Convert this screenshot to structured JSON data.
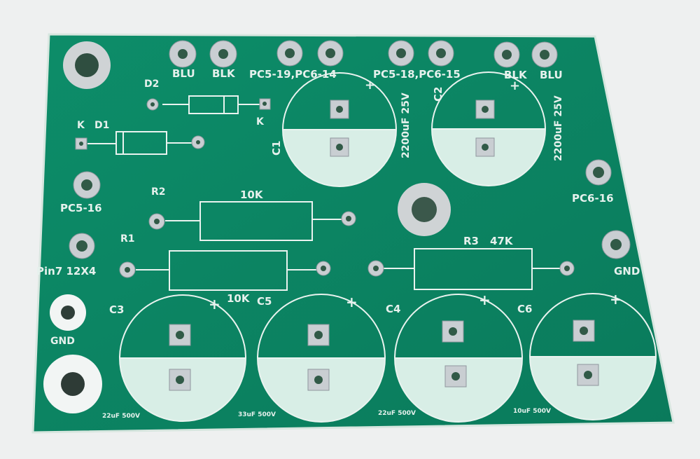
{
  "board": {
    "colors": {
      "background": "#eef0f0",
      "pcb": "#0b8a66",
      "edge": "#d7e6df",
      "silk": "#e9f3ef",
      "pad": "#c9ced2"
    }
  },
  "labels": {
    "top_blu_left": "BLU",
    "top_blk_left": "BLK",
    "pc519_pc614": "PC5-19,PC6-14",
    "pc518_pc615": "PC5-18,PC6-15",
    "top_blk_right": "BLK",
    "top_blu_right": "BLU",
    "d2": "D2",
    "d2_k": "K",
    "d1": "D1",
    "d1_k": "K",
    "c1": "C1",
    "c1_value": "2200uF 25V",
    "c2": "C2",
    "c2_value": "2200uF 25V",
    "plus": "+",
    "pc516": "PC5-16",
    "pc616": "PC6-16",
    "r2": "R2",
    "r2_value": "10K",
    "r1": "R1",
    "r1_value": "10K",
    "r3": "R3",
    "r3_value": "47K",
    "pin7": "Pin7 12X4",
    "gnd_right": "GND",
    "gnd_left": "GND",
    "c3": "C3",
    "c5": "C5",
    "c4": "C4",
    "c6": "C6",
    "c3_value": "22uF 500V",
    "c5_value": "33uF 500V",
    "c4_value": "22uF 500V",
    "c6_value": "10uF 500V"
  }
}
